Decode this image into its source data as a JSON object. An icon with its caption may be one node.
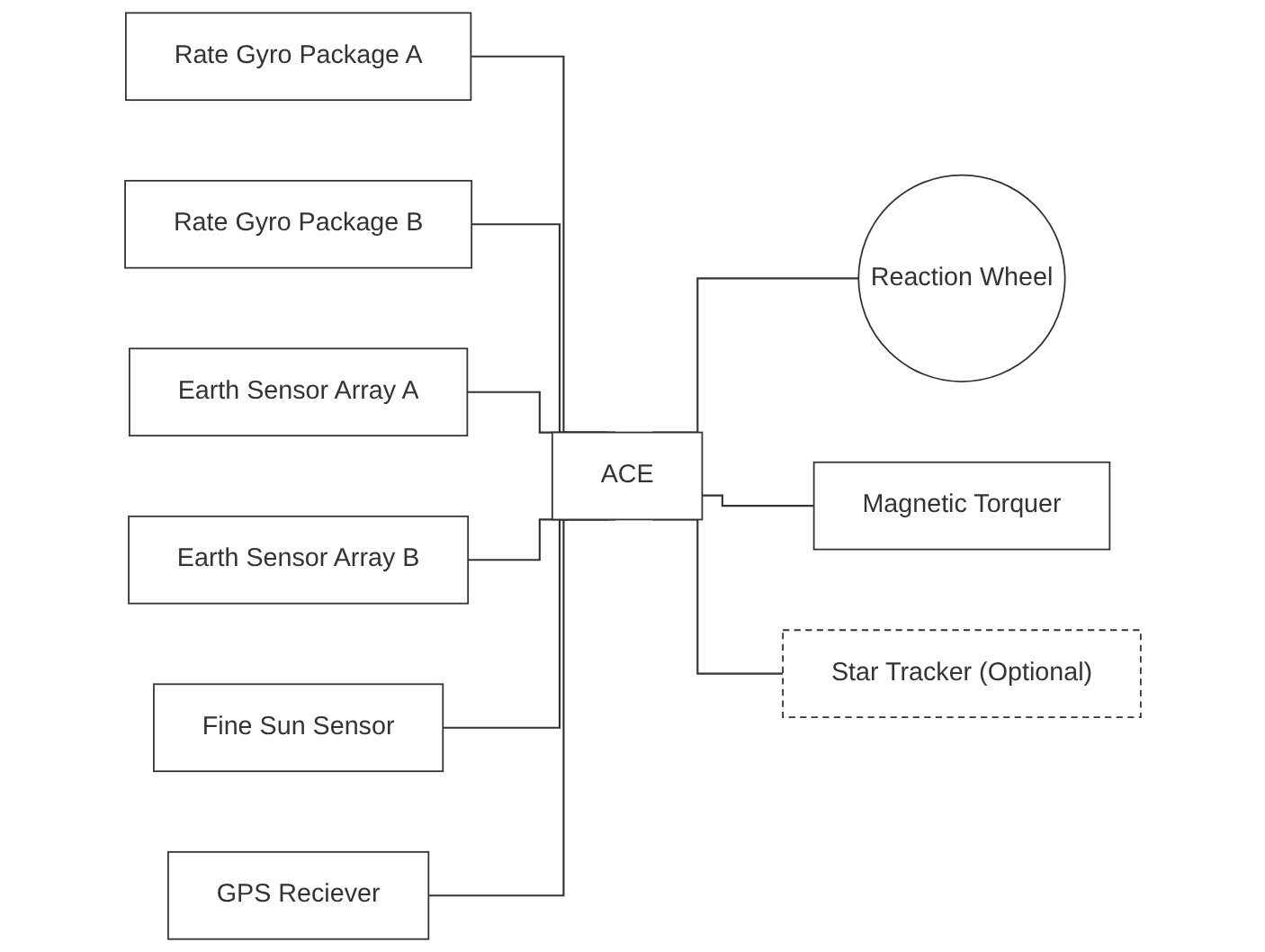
{
  "diagram": {
    "nodes": [
      {
        "text": [
          "Rate Gyro Package A"
        ]
      },
      {
        "text": [
          "Rate Gyro Package B"
        ]
      },
      {
        "text": [
          "Earth Sensor Array A"
        ]
      },
      {
        "text": [
          "Earth Sensor Array B"
        ]
      },
      {
        "text": [
          "Fine Sun Sensor"
        ]
      },
      {
        "text": [
          "GPS Reciever"
        ]
      },
      {
        "text": [
          "ACE"
        ]
      },
      {
        "text": [
          "Reaction Wheel"
        ]
      },
      {
        "text": [
          "Magnetic Torquer"
        ]
      },
      {
        "text": [
          "Star Tracker (Optional)"
        ]
      }
    ],
    "edges": [
      {
        "from": 0,
        "to": 6,
        "arrow": "none"
      },
      {
        "from": 1,
        "to": 6,
        "arrow": "none"
      },
      {
        "from": 2,
        "to": 6,
        "arrow": "none"
      },
      {
        "from": 3,
        "to": 6,
        "arrow": "none"
      },
      {
        "from": 4,
        "to": 6,
        "arrow": "none"
      },
      {
        "from": 5,
        "to": 6,
        "arrow": "none"
      },
      {
        "from": 6,
        "to": 7,
        "arrow": "none"
      },
      {
        "from": 6,
        "to": 8,
        "arrow": "none"
      },
      {
        "from": 6,
        "to": 9,
        "arrow": "none"
      }
    ]
  }
}
